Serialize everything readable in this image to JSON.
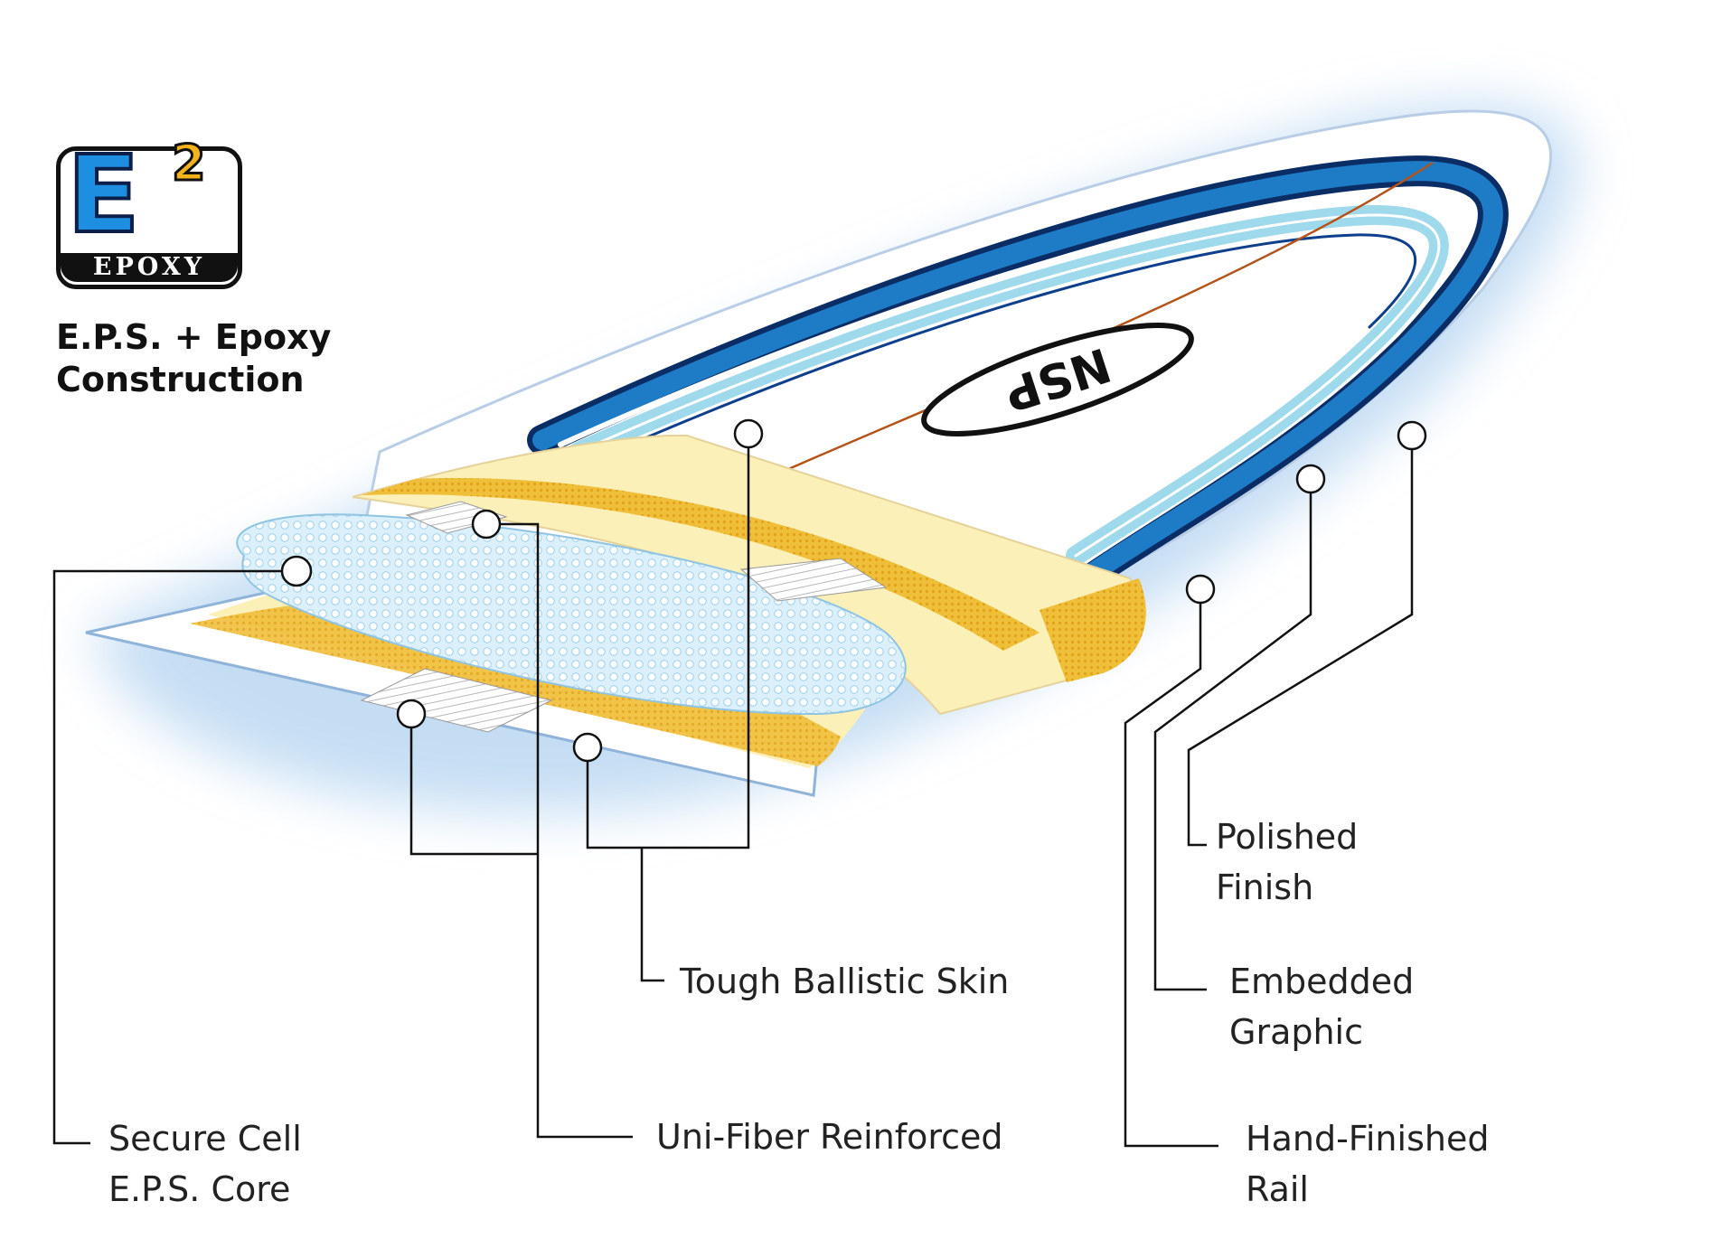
{
  "logo": {
    "letter": "E",
    "superscript": "2",
    "word": "EPOXY"
  },
  "headline": {
    "line1": "E.P.S. + Epoxy",
    "line2": "Construction"
  },
  "board_logo": "NSP",
  "colors": {
    "blue_dark": "#0d3f8c",
    "blue_mid": "#1e7cc6",
    "blue_light": "#9fd9ec",
    "yellow": "#f3c84d",
    "yellow_light": "#fbf0b8",
    "core": "#dbf0fb",
    "stringer": "#b4531a",
    "glow": "#bcd8f2"
  },
  "labels": {
    "polished_finish": [
      "Polished",
      "Finish"
    ],
    "embedded_graphic": [
      "Embedded",
      "Graphic"
    ],
    "hand_finished_rail": [
      "Hand-Finished",
      "Rail"
    ],
    "tough_ballistic_skin": "Tough Ballistic Skin",
    "uni_fiber_reinforced": "Uni-Fiber Reinforced",
    "secure_cell_core": [
      "Secure Cell",
      "E.P.S. Core"
    ]
  }
}
